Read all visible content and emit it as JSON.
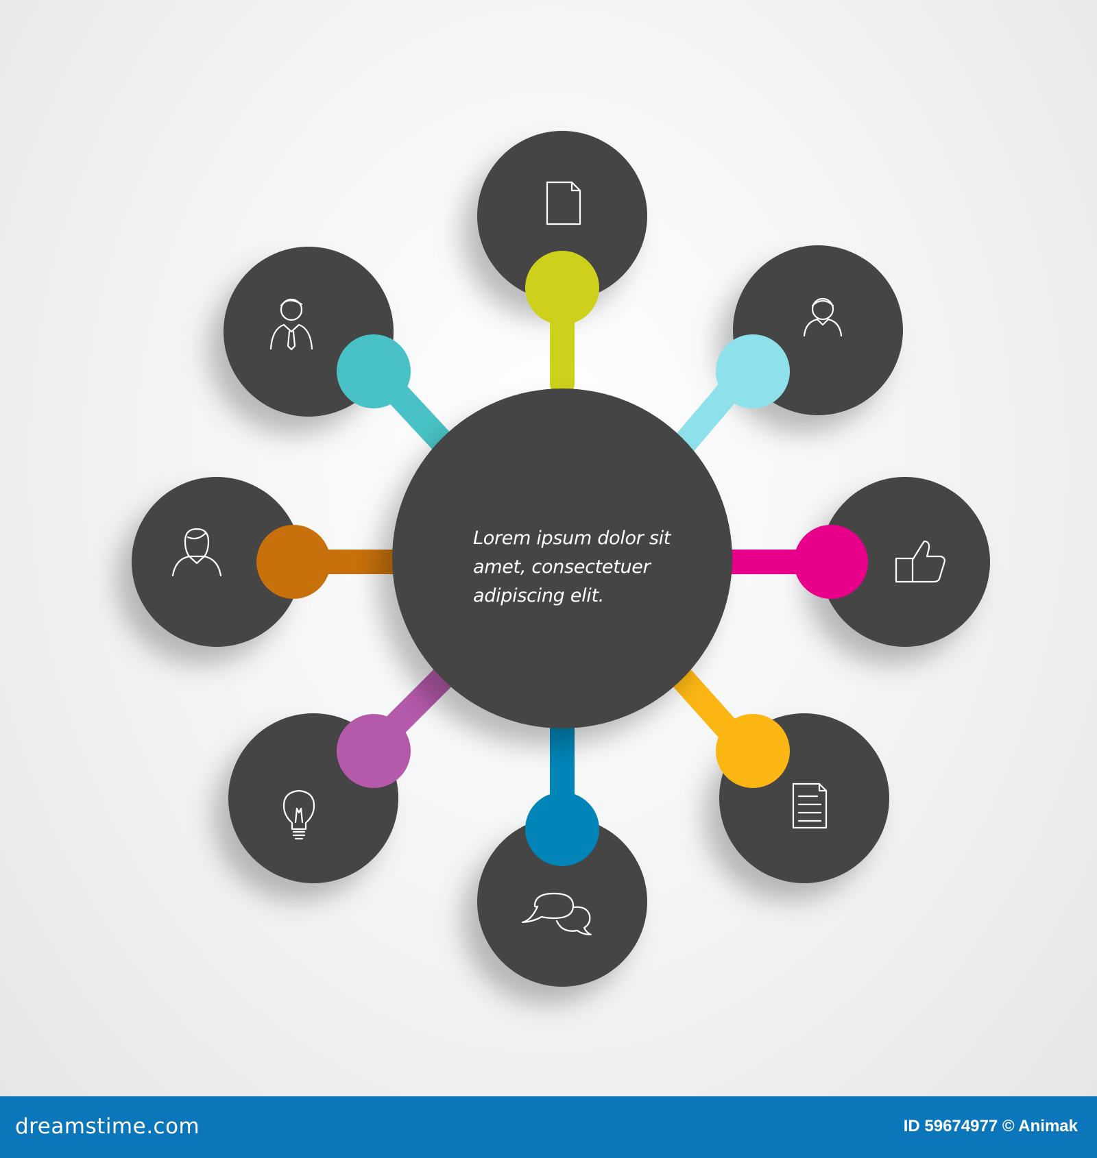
{
  "center": {
    "lines": [
      "Lorem ipsum dolor sit",
      "amet, consectetuer",
      "adipiscing elit."
    ]
  },
  "colors": {
    "circle": "#454545",
    "footer": "#0b76b9"
  },
  "nodes": [
    {
      "id": "top",
      "icon": "document-icon",
      "color": "#cdd11b"
    },
    {
      "id": "top-right",
      "icon": "person-icon",
      "color": "#8ee0ea"
    },
    {
      "id": "right",
      "icon": "thumbs-up-icon",
      "color": "#e8008a"
    },
    {
      "id": "bottom-right",
      "icon": "text-document-icon",
      "color": "#fbb613"
    },
    {
      "id": "bottom",
      "icon": "chat-bubbles-icon",
      "color": "#0185b8"
    },
    {
      "id": "bottom-left",
      "icon": "lightbulb-icon",
      "color": "#b55aab"
    },
    {
      "id": "left",
      "icon": "woman-icon",
      "color": "#c8710c"
    },
    {
      "id": "top-left",
      "icon": "businessman-icon",
      "color": "#48c2c6"
    }
  ],
  "footer": {
    "brand": "dreamstime.com",
    "id_text": "ID 59674977 © Animak"
  }
}
